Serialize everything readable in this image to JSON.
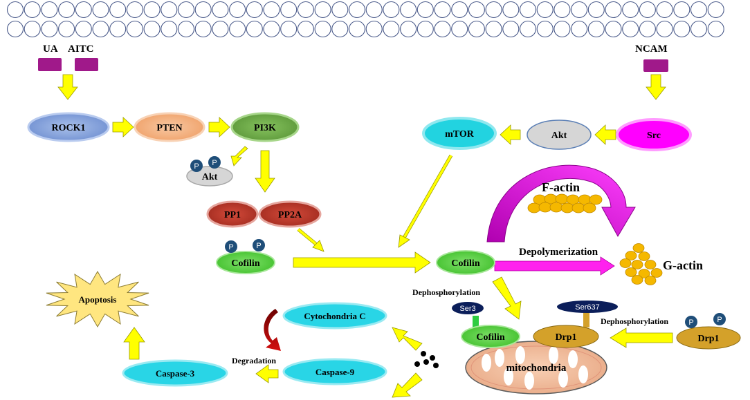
{
  "membrane": {
    "rows": 2,
    "circles_per_row": 42
  },
  "receptors": {
    "ua": "UA",
    "aitc": "AITC",
    "ncam": "NCAM"
  },
  "nodes": {
    "rock1": "ROCK1",
    "pten": "PTEN",
    "pi3k": "PI3K",
    "akt_left": "Akt",
    "pp1": "PP1",
    "pp2a": "PP2A",
    "cofilin_p": "Cofilin",
    "src": "Src",
    "akt_right": "Akt",
    "mtor": "mTOR",
    "cofilin": "Cofilin",
    "f_actin": "F-actin",
    "g_actin": "G-actin",
    "depolymerization": "Depolymerization",
    "dephosphorylation_left": "Dephosphorylation",
    "dephosphorylation_right": "Dephosphorylation",
    "ser3": "Ser3",
    "ser637": "Ser637",
    "cofilin_bound": "Cofilin",
    "drp1_bound": "Drp1",
    "drp1_p": "Drp1",
    "mitochondria": "mitochondria",
    "cytochrome_c": "Cytochondria C",
    "degradation": "Degradation",
    "caspase9": "Caspase-9",
    "caspase3": "Caspase-3",
    "apoptosis": "Apoptosis"
  },
  "phospho_label": "P",
  "colors": {
    "rock1": "#8ea9db",
    "pten": "#f4b183",
    "pi3k": "#70ad47",
    "akt": "#d0d0d0",
    "pp": "#c0392b",
    "cofilin": "#5ad142",
    "src": "#ff00ff",
    "mtor": "#22d3e0",
    "drp1": "#d4a12a",
    "cyan": "#29d5e6",
    "arrow": "#ffff00",
    "magenta": "#ee00ee",
    "actin": "#f5b800",
    "phospho": "#1f4e79",
    "receptor": "#a0198a"
  }
}
